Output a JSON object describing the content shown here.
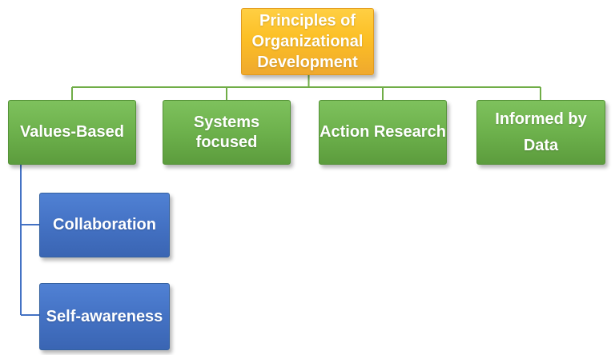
{
  "diagram": {
    "title": "Principles of Organizational Development",
    "root": {
      "id": "principles-of-organizational-development",
      "label": "Principles of Organizational Development",
      "lines": [
        "Principles of",
        "Organizational",
        "Development"
      ],
      "fill": "#FFC000"
    },
    "level1": [
      {
        "id": "values-based",
        "label": "Values-Based",
        "lines": [
          "Values-Based"
        ],
        "fill": "#70AD47"
      },
      {
        "id": "systems-focused",
        "label": "Systems focused",
        "lines": [
          "Systems",
          "focused"
        ],
        "fill": "#70AD47"
      },
      {
        "id": "action-research",
        "label": "Action Research",
        "lines": [
          "Action Research"
        ],
        "fill": "#70AD47"
      },
      {
        "id": "informed-by-data",
        "label": "Informed by Data",
        "lines": [
          "Informed by",
          "Data"
        ],
        "fill": "#70AD47"
      }
    ],
    "level2": {
      "parent": "Values-Based",
      "children": [
        {
          "id": "collaboration",
          "label": "Collaboration",
          "lines": [
            "Collaboration"
          ],
          "fill": "#4472C4"
        },
        {
          "id": "self-awareness",
          "label": "Self-awareness",
          "lines": [
            "Self-awareness"
          ],
          "fill": "#4472C4"
        }
      ]
    },
    "colors": {
      "root_fill": "#FFC000",
      "root_border": "#E19A1E",
      "level1_fill": "#70AD47",
      "level2_fill": "#4472C4",
      "text": "#FFFFFF",
      "connector_green": "#70AD47",
      "connector_blue": "#4472C4",
      "background": "#FFFFFF"
    }
  }
}
